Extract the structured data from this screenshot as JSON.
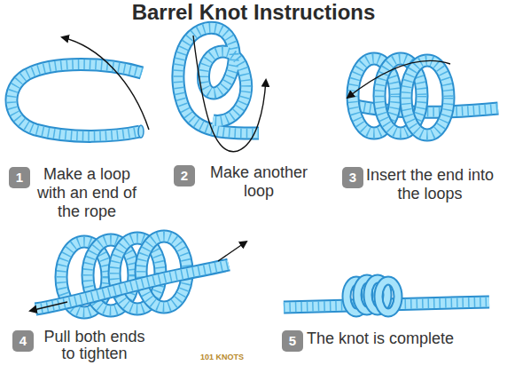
{
  "diagram": {
    "title": "Barrel Knot Instructions",
    "nodes": [
      {
        "text": [
          "1"
        ]
      },
      {
        "text": [
          "2"
        ]
      },
      {
        "text": [
          "3"
        ]
      },
      {
        "text": [
          "4"
        ]
      },
      {
        "text": [
          "5"
        ]
      }
    ],
    "labels": [
      "Make a loop with an end of the rope",
      "Make another loop",
      "Insert the end into the loops",
      "Pull both ends to tighten",
      "The knot is complete",
      "101 KNOTS"
    ]
  }
}
